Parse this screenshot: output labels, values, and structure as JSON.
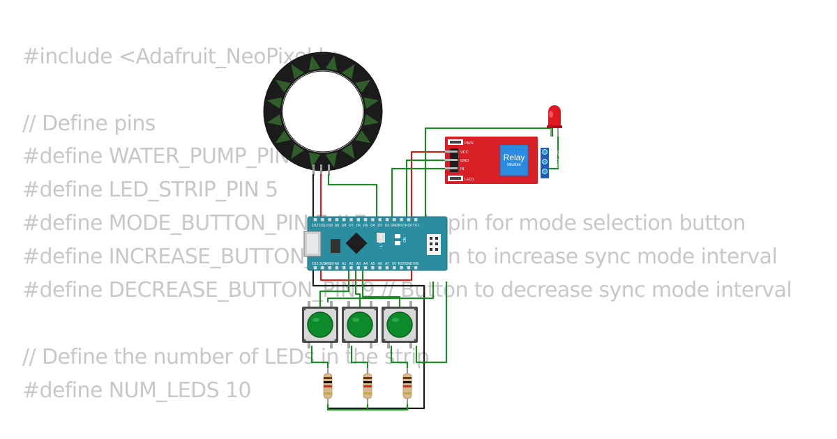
{
  "code": {
    "lines": [
      "#include <Adafruit_NeoPixel.h>",
      "",
      "// Define pins",
      "#define WATER_PUMP_PIN 3",
      "#define LED_STRIP_PIN 5",
      "#define MODE_BUTTON_PIN 7 // Example pin for mode selection button",
      "#define INCREASE_BUTTON_PIN 8 // Button to increase sync mode interval",
      "#define DECREASE_BUTTON_PIN 9 // Button to decrease sync mode interval",
      "",
      "// Define the number of LEDs in the strip",
      "#define NUM_LEDS 10"
    ]
  },
  "circuit": {
    "board": {
      "top_pins": [
        "D12",
        "D11",
        "D10",
        "D9",
        "D8",
        "D7",
        "D6",
        "D5",
        "D4",
        "D3",
        "D2",
        "GND",
        "RST",
        "RX0",
        "TX1"
      ],
      "bottom_pins": [
        "D13",
        "3V3",
        "AREF",
        "A0",
        "A1",
        "A2",
        "A3",
        "A4",
        "A5",
        "A6",
        "A7",
        "5V",
        "RST",
        "GND",
        "VIN"
      ],
      "chip_label": "L TX RX",
      "on_label": "ON"
    },
    "relay": {
      "title": "Relay",
      "subtitle": "Module",
      "left_labels": [
        "VCC",
        "GND",
        "IN"
      ],
      "right_labels": [
        "NC",
        "COM",
        "NO"
      ],
      "pwr_label": "PWR",
      "led_label": "LED1"
    },
    "colors": {
      "wire_green": "#1c8a25",
      "wire_red": "#d21d1d",
      "wire_black": "#1a1a1a",
      "board": "#2a8ea0",
      "relay_board": "#d81f26",
      "relay_block": "#2a8be0",
      "button_cap": "#0d8a2a",
      "led": "#e0191e",
      "ring": "#1b1b1b"
    }
  }
}
